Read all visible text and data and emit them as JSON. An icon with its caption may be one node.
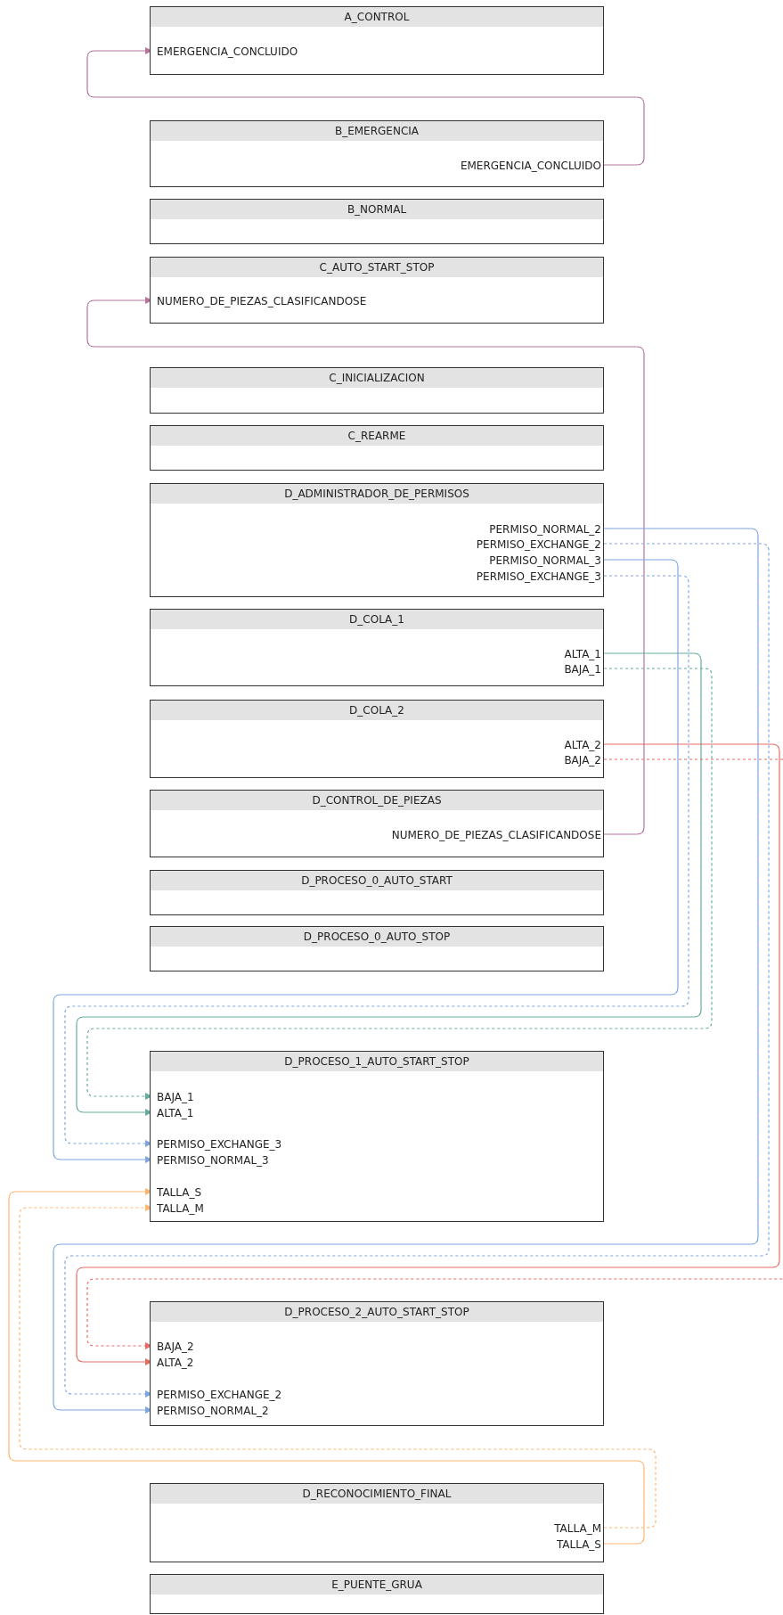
{
  "diagram": {
    "nodes": [
      {
        "text": [
          "A_CONTROL"
        ]
      },
      {
        "text": [
          "EMERGENCIA_CONCLUIDO"
        ],
        "in": 0
      },
      {
        "text": [
          "B_EMERGENCIA"
        ]
      },
      {
        "text": [
          "EMERGENCIA_CONCLUIDO"
        ],
        "in": 2
      },
      {
        "text": [
          "B_NORMAL"
        ]
      },
      {
        "text": [
          "C_AUTO_START_STOP"
        ]
      },
      {
        "text": [
          "NUMERO_DE_PIEZAS_CLASIFICANDOSE"
        ],
        "in": 5
      },
      {
        "text": [
          "C_INICIALIZACION"
        ]
      },
      {
        "text": [
          "C_REARME"
        ]
      },
      {
        "text": [
          "D_ADMINISTRADOR_DE_PERMISOS"
        ]
      },
      {
        "text": [
          "PERMISO_NORMAL_2"
        ],
        "in": 9
      },
      {
        "text": [
          "PERMISO_EXCHANGE_2"
        ],
        "in": 9
      },
      {
        "text": [
          "PERMISO_NORMAL_3"
        ],
        "in": 9
      },
      {
        "text": [
          "PERMISO_EXCHANGE_3"
        ],
        "in": 9
      },
      {
        "text": [
          "D_COLA_1"
        ]
      },
      {
        "text": [
          "ALTA_1"
        ],
        "in": 14
      },
      {
        "text": [
          "BAJA_1"
        ],
        "in": 14
      },
      {
        "text": [
          "D_COLA_2"
        ]
      },
      {
        "text": [
          "ALTA_2"
        ],
        "in": 17
      },
      {
        "text": [
          "BAJA_2"
        ],
        "in": 17
      },
      {
        "text": [
          "D_CONTROL_DE_PIEZAS"
        ]
      },
      {
        "text": [
          "NUMERO_DE_PIEZAS_CLASIFICANDOSE"
        ],
        "in": 20
      },
      {
        "text": [
          "D_PROCESO_0_AUTO_START"
        ]
      },
      {
        "text": [
          "D_PROCESO_0_AUTO_STOP"
        ]
      },
      {
        "text": [
          "D_PROCESO_1_AUTO_START_STOP"
        ]
      },
      {
        "text": [
          "BAJA_1"
        ],
        "in": 24
      },
      {
        "text": [
          "ALTA_1"
        ],
        "in": 24
      },
      {
        "text": [
          "PERMISO_EXCHANGE_3"
        ],
        "in": 24
      },
      {
        "text": [
          "PERMISO_NORMAL_3"
        ],
        "in": 24
      },
      {
        "text": [
          "TALLA_S"
        ],
        "in": 24
      },
      {
        "text": [
          "TALLA_M"
        ],
        "in": 24
      },
      {
        "text": [
          "D_PROCESO_2_AUTO_START_STOP"
        ]
      },
      {
        "text": [
          "BAJA_2"
        ],
        "in": 31
      },
      {
        "text": [
          "ALTA_2"
        ],
        "in": 31
      },
      {
        "text": [
          "PERMISO_EXCHANGE_2"
        ],
        "in": 31
      },
      {
        "text": [
          "PERMISO_NORMAL_2"
        ],
        "in": 31
      },
      {
        "text": [
          "D_RECONOCIMIENTO_FINAL"
        ]
      },
      {
        "text": [
          "TALLA_M"
        ],
        "in": 36
      },
      {
        "text": [
          "TALLA_S"
        ],
        "in": 36
      },
      {
        "text": [
          "E_PUENTE_GRUA"
        ]
      }
    ],
    "edges": [
      {
        "from": 3,
        "to": 1,
        "arrow": "to",
        "color": "#b5739d"
      },
      {
        "from": 21,
        "to": 6,
        "arrow": "to",
        "color": "#b5739d"
      },
      {
        "from": 10,
        "to": 35,
        "arrow": "to",
        "color": "#7ea6e0"
      },
      {
        "from": 11,
        "to": 34,
        "arrow": "to",
        "style": "dashed",
        "color": "#7ea6e0"
      },
      {
        "from": 12,
        "to": 28,
        "arrow": "to",
        "color": "#7ea6e0"
      },
      {
        "from": 13,
        "to": 27,
        "arrow": "to",
        "style": "dashed",
        "color": "#7ea6e0"
      },
      {
        "from": 15,
        "to": 26,
        "arrow": "to",
        "color": "#67ab9f"
      },
      {
        "from": 16,
        "to": 25,
        "arrow": "to",
        "style": "dashed",
        "color": "#67ab9f"
      },
      {
        "from": 18,
        "to": 33,
        "arrow": "to",
        "color": "#ea6b66"
      },
      {
        "from": 19,
        "to": 32,
        "arrow": "to",
        "style": "dashed",
        "color": "#ea6b66"
      },
      {
        "from": 38,
        "to": 29,
        "arrow": "to",
        "color": "#ffb570"
      },
      {
        "from": 37,
        "to": 30,
        "arrow": "to",
        "style": "dashed",
        "color": "#ffb570"
      }
    ]
  }
}
